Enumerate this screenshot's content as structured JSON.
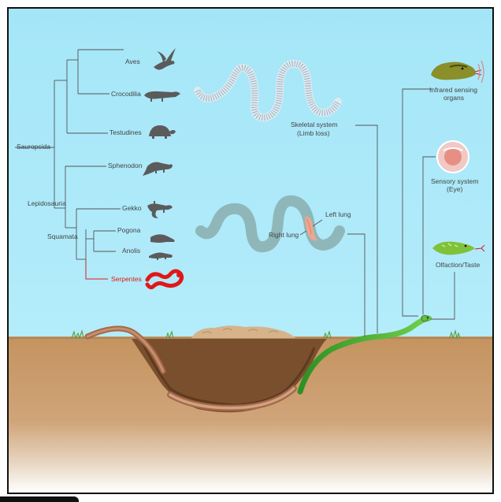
{
  "tree": {
    "clades": {
      "sauropsida": "Sauropsida",
      "lepidosauria": "Lepidosauria",
      "squamata": "Squamata"
    },
    "taxa": {
      "aves": "Aves",
      "crocodilia": "Crocodilia",
      "testudines": "Testudines",
      "sphenodon": "Sphenodon",
      "gekko": "Gekko",
      "pogona": "Pogona",
      "anolis": "Anolis",
      "serpentes": "Serpentes"
    },
    "highlight_color": "#e01818"
  },
  "features": {
    "skeletal": {
      "line1": "Skeletal system",
      "line2": "(Limb loss)"
    },
    "left_lung": "Left lung",
    "right_lung": "Right lung",
    "infrared": {
      "line1": "Infrared sensing",
      "line2": "organs"
    },
    "sensory": {
      "line1": "Sensory system",
      "line2": "(Eye)"
    },
    "olfaction": "Olfaction/Taste"
  },
  "colors": {
    "sky": "#a7e8f8",
    "soil": "#c99b6c",
    "snake_green": "#3fae2c",
    "snake_red": "#e01818",
    "silhouette": "#5b5b5b",
    "skeleton": "#dfeaf1",
    "body_outline": "#8fb7b9",
    "lung": "#f0a58e"
  }
}
